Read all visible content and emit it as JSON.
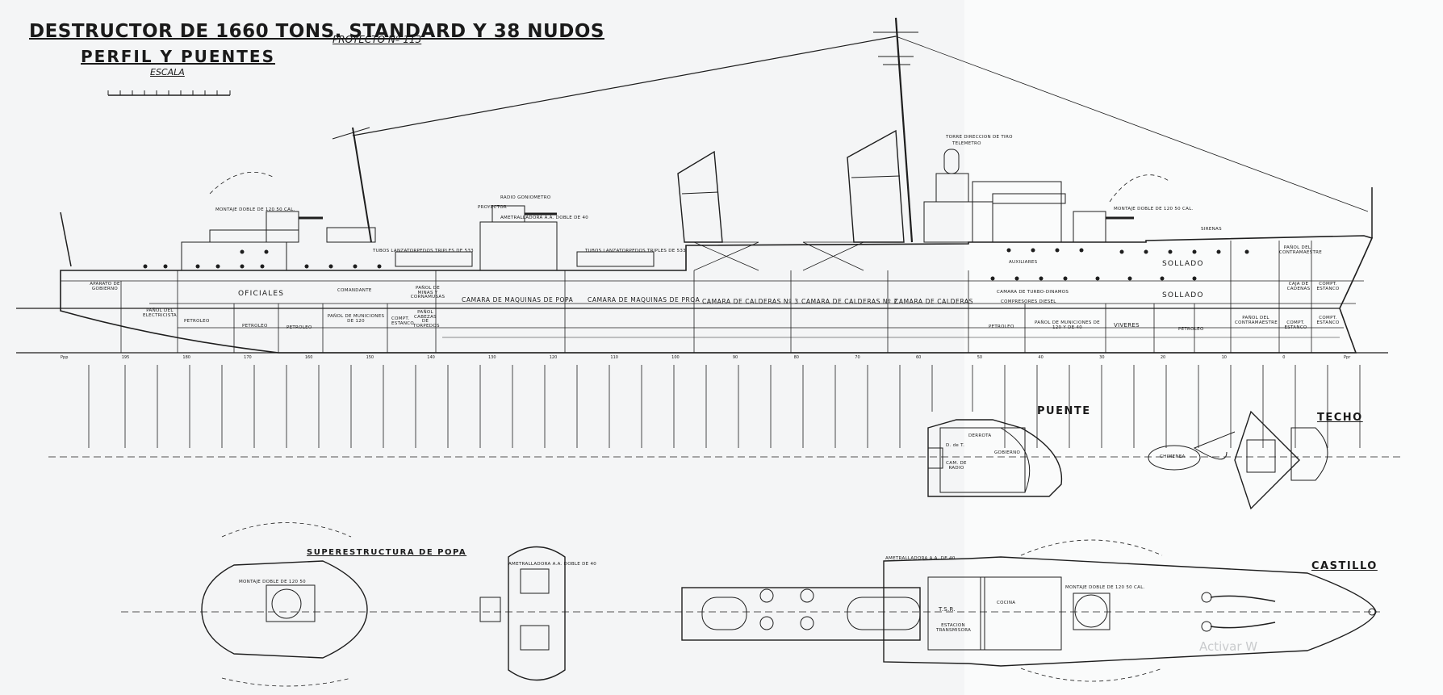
{
  "title": {
    "main": "DESTRUCTOR DE 1660 TONS. STANDARD Y 38 NUDOS",
    "project": "PROYECTO Nº 113",
    "subtitle": "PERFIL Y PUENTES",
    "scale_label": "ESCALA"
  },
  "views": {
    "puente": "PUENTE",
    "techo": "TECHO",
    "superestructura_popa": "SUPERESTRUCTURA DE POPA",
    "castillo": "CASTILLO"
  },
  "profile_labels": {
    "montaje_popa": "MONTAJE DOBLE DE 120 50 CAL.",
    "montaje_proa": "MONTAJE DOBLE DE 120 50 CAL.",
    "radio_goniometro": "RADIO GONIOMETRO",
    "proyector": "PROYECTOR",
    "ametralladora": "AMETRALLADORA A.A. DOBLE DE 40",
    "tubos_lanzatorpedos": "TUBOS LANZATORPEDOS TRIPLES DE 533",
    "tubos_lanzatorpedos_2": "TUBOS LANZATORPEDOS TRIPLES DE 533",
    "torre_direccion": "TORRE DIRECCION DE TIRO",
    "torre_direccion_2": "TELEMETRO",
    "sirenas": "SIRENAS"
  },
  "upper_compartments": {
    "aparato_gobierno": "APARATO DE GOBIERNO",
    "oficiales": "OFICIALES",
    "comandante": "COMANDANTE",
    "panol_minas": "PAÑOL DE MINAS Y CORNAMUSAS",
    "auxiliares": "AUXILIARES",
    "sollado_1": "SOLLADO",
    "sollado_2": "SOLLADO",
    "panol_contramaestre_up": "PAÑOL DEL CONTRAMAESTRE",
    "caja_cadenas": "CAJA DE CADENAS",
    "compartimento_estanco_up": "COMPT. ESTANCO"
  },
  "machinery": {
    "camara_maquinas_popa": "CAMARA DE MAQUINAS DE POPA",
    "camara_maquinas_proa": "CAMARA DE MAQUINAS DE PROA",
    "calderas_3": "CAMARA DE CALDERAS Nº 3",
    "calderas_2": "CAMARA DE CALDERAS Nº 2",
    "calderas_1": "CAMARA DE CALDERAS",
    "turbo_dinamos": "CAMARA DE TURBO-DINAMOS",
    "compresores": "COMPRESORES DIESEL"
  },
  "lower_compartments": {
    "panol_electricista": "PAÑOL DEL ELECTRICISTA",
    "petroleo_1": "PETROLEO",
    "petroleo_2": "PETROLEO",
    "petroleo_3": "PETROLEO",
    "panol_municiones_popa": "PAÑOL DE MUNICIONES DE 120",
    "compt_estanco_1": "COMPT. ESTANCO",
    "panol_cabezas": "PAÑOL CABEZAS DE TORPEDOS",
    "petroleo_4": "PETROLEO",
    "panol_municiones_proa": "PAÑOL DE MUNICIONES DE 120 Y DE 40",
    "viveres": "VIVERES",
    "petroleo_5": "PETROLEO",
    "panol_contramaestre": "PAÑOL DEL CONTRAMAESTRE",
    "compt_estanco_2": "COMPT. ESTANCO",
    "compt_estanco_3": "COMPT. ESTANCO"
  },
  "frame_numbers": [
    "Ppp",
    "195",
    "180",
    "170",
    "160",
    "150",
    "140",
    "130",
    "120",
    "110",
    "100",
    "90",
    "80",
    "70",
    "60",
    "50",
    "40",
    "30",
    "20",
    "10",
    "0",
    "Ppr"
  ],
  "bridge_labels": {
    "derrota": "DERROTA",
    "gobierno": "GOBIERNO",
    "dir_tiro": "D. de T.",
    "camara_radio": "CAM. DE RADIO",
    "chimenea": "CHIMENEA"
  },
  "castillo_labels": {
    "ametralladora": "AMETRALLADORA A.A. DE 40",
    "montaje": "MONTAJE DOBLE DE 120 50 CAL.",
    "cocina": "COCINA",
    "tsr": "T.S.R.",
    "estacion": "ESTACION TRANSMISORA"
  },
  "popa_labels": {
    "montaje": "MONTAJE DOBLE DE 120 50",
    "ametralladora": "AMETRALLADORA A.A. DOBLE DE 40"
  },
  "watermark": "Activar W"
}
